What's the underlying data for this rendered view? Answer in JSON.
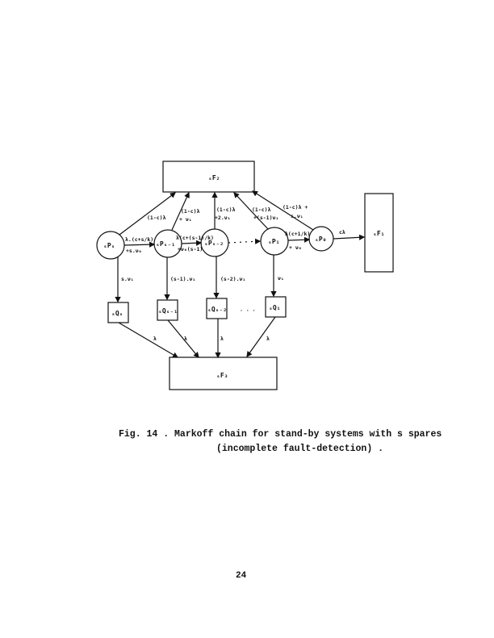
{
  "nodes": {
    "F2": "ₛF₂",
    "F1": "ₛF₁",
    "F3": "ₛF₃",
    "Ps": "ₛPₛ",
    "Ps1": "ₛPₛ₋₁",
    "Ps2": "ₛPₛ₋₂",
    "P1": "ₛP₁",
    "P0": "ₛP₀",
    "Qs": "ₛQₛ",
    "Qs1": "ₛQₛ₋₁",
    "Qs2": "ₛQₛ₋₂",
    "Q1": "ₛQ₁"
  },
  "edges": {
    "Ps_F2": "(1-c)λ",
    "Ps1_F2_a": "(1-c)λ",
    "Ps1_F2_b": "+ ν₁",
    "Ps2_F2_a": "(1-c)λ",
    "Ps2_F2_b": "+2.ν₁",
    "P1_F2_a": "(1-c)λ",
    "P1_F2_b": "+(s-1)ν₁",
    "P0_F2_a": "(1-c)λ +",
    "P0_F2_b": "s.ν₁",
    "Ps_Ps1_a": "λ.(c+s/k)",
    "Ps_Ps1_b": "+s.ν₀",
    "Ps1_Ps2_a": "λ(c+(s-1)/k)",
    "Ps1_Ps2_b": "+ν₀(s-1)",
    "P1_P0_a": "λ(c+1/k)",
    "P1_P0_b": "+ ν₀",
    "P0_F1": "cλ",
    "Ps_Qs": "s.ν₁",
    "Ps1_Qs1": "(s-1).ν₁",
    "Ps2_Qs2": "(s-2).ν₁",
    "P1_Q1": "ν₁",
    "Qs_F3": "λ",
    "Qs1_F3": "λ",
    "Qs2_F3": "λ",
    "Q1_F3": "λ",
    "dots_mid": "· · ·",
    "dots_q": "·  ·  ·"
  },
  "caption": {
    "line1": "Fig. 14 . Markoff chain for stand-by systems with s spares",
    "line2": "(incomplete fault-detection) ."
  },
  "page_number": "24"
}
